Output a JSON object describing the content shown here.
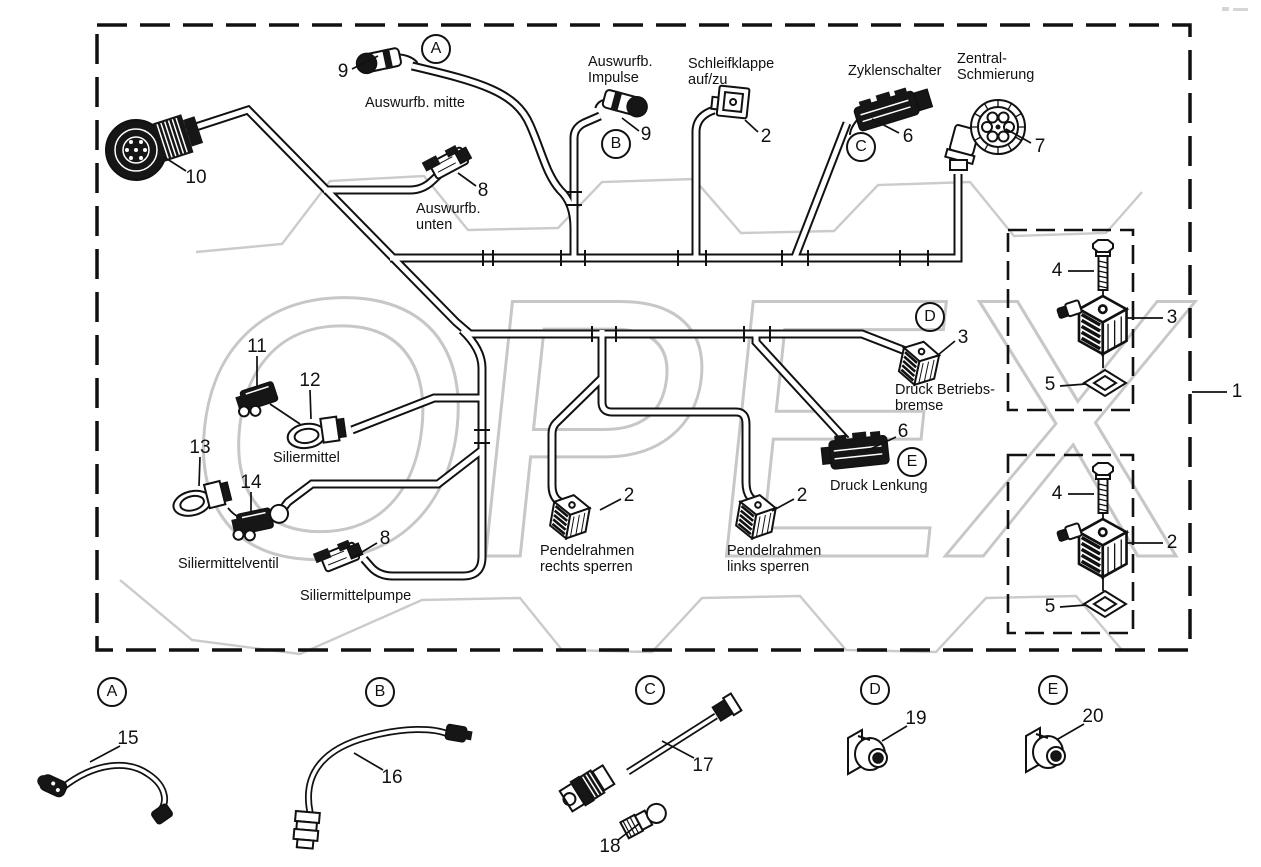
{
  "watermark": {
    "text": "OPEX"
  },
  "frame": {
    "ref_num": "1"
  },
  "connectors": {
    "plug10": {
      "num": "10"
    },
    "a_top": {
      "letter": "A",
      "num": "9",
      "label": "Auswurfb. mitte"
    },
    "auswurf_unten": {
      "num": "8",
      "label": "Auswurfb.\nunten"
    },
    "b_top": {
      "letter": "B",
      "num": "9",
      "label": "Auswurfb.\nImpulse"
    },
    "schleifklappe": {
      "num": "2",
      "label": "Schleifklappe\nauf/zu"
    },
    "c_top": {
      "letter": "C",
      "num": "6",
      "label": "Zyklenschalter"
    },
    "zentral": {
      "num": "7",
      "label": "Zentral-\nSchmierung"
    },
    "siliermittel": {
      "num_cap": "11",
      "num_plug": "12",
      "label": "Siliermittel"
    },
    "siliermittelventil": {
      "num_plug": "13",
      "num_cap": "14",
      "label": "Siliermittelventil"
    },
    "siliermittelpumpe": {
      "num": "8",
      "label": "Siliermittelpumpe"
    },
    "pendel_rechts": {
      "num": "2",
      "label": "Pendelrahmen\nrechts sperren"
    },
    "pendel_links": {
      "num": "2",
      "label": "Pendelrahmen\nlinks sperren"
    },
    "d_mid": {
      "letter": "D",
      "num": "3",
      "label": "Druck Betriebs-\nbremse"
    },
    "e_mid": {
      "letter": "E",
      "num": "6",
      "label": "Druck Lenkung"
    }
  },
  "detail_boxes": [
    {
      "screw_num": "4",
      "part_num": "3",
      "seal_num": "5"
    },
    {
      "screw_num": "4",
      "part_num": "2",
      "seal_num": "5"
    }
  ],
  "legend": {
    "a": {
      "letter": "A",
      "num": "15"
    },
    "b": {
      "letter": "B",
      "num": "16"
    },
    "c": {
      "letter": "C",
      "num17": "17",
      "num18": "18"
    },
    "d": {
      "letter": "D",
      "num": "19"
    },
    "e": {
      "letter": "E",
      "num": "20"
    }
  }
}
